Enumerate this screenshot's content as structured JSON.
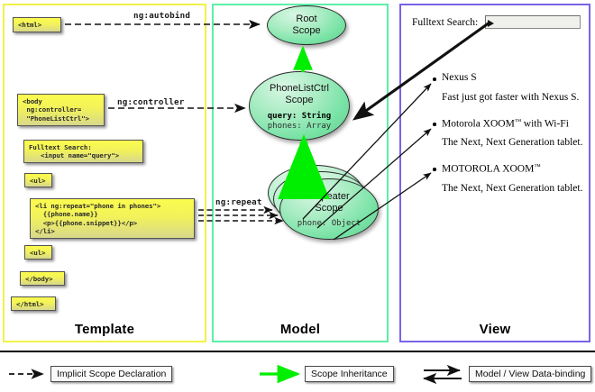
{
  "columns": [
    {
      "id": "template",
      "label": "Template",
      "border_color": "#f2f24a"
    },
    {
      "id": "model",
      "label": "Model",
      "border_color": "#5df0a8"
    },
    {
      "id": "view",
      "label": "View",
      "border_color": "#7a63e8"
    }
  ],
  "template": {
    "boxes": [
      {
        "id": "html-open",
        "text": "<html>"
      },
      {
        "id": "body-open",
        "text": "<body\n ng:controller=\n \"PhoneListCtrl\">"
      },
      {
        "id": "search",
        "text": "Fulltext Search:\n   <input name=\"query\">"
      },
      {
        "id": "ul-open",
        "text": "<ul>"
      },
      {
        "id": "li-repeat",
        "text": "<li ng:repeat=\"phone in phones\">\n  {{phone.name}}\n  <p>{{phone.snippet}}</p>\n</li>"
      },
      {
        "id": "ul-close",
        "text": "<ul>"
      },
      {
        "id": "body-close",
        "text": "</body>"
      },
      {
        "id": "html-close",
        "text": "</html>"
      }
    ]
  },
  "model": {
    "scopes": [
      {
        "id": "root",
        "title_line1": "Root",
        "title_line2": "Scope",
        "props": []
      },
      {
        "id": "phonelistctrl",
        "title_line1": "PhoneListCtrl",
        "title_line2": "Scope",
        "props": [
          {
            "text": "query: String",
            "bold": true
          },
          {
            "text": "phones: Array",
            "bold": false
          }
        ]
      },
      {
        "id": "repeater",
        "title_line1": "Repeater",
        "title_line2": "Scope",
        "props": [
          {
            "text": "phone: Object",
            "bold": false
          }
        ]
      }
    ]
  },
  "edges": {
    "autobind": "ng:autobind",
    "controller": "ng:controller",
    "repeat": "ng:repeat"
  },
  "view": {
    "search_label": "Fulltext Search:",
    "search_value": "",
    "search_placeholder": "",
    "items": [
      {
        "name": "Nexus S",
        "tm": false,
        "snippet": "Fast just got faster with Nexus S."
      },
      {
        "name": "Motorola XOOM",
        "tm": true,
        "tm_suffix": " with Wi-Fi",
        "snippet": "The Next, Next Generation tablet."
      },
      {
        "name": "MOTOROLA XOOM",
        "tm": true,
        "tm_suffix": "",
        "snippet": "The Next, Next Generation tablet."
      }
    ]
  },
  "legend": [
    {
      "id": "implicit-scope-declaration",
      "label": "Implicit Scope Declaration",
      "style": "dashed-black"
    },
    {
      "id": "scope-inheritance",
      "label": "Scope Inheritance",
      "style": "solid-green",
      "color": "#00ee00"
    },
    {
      "id": "model-view-data-binding",
      "label": "Model / View Data-binding",
      "style": "double-black"
    }
  ]
}
